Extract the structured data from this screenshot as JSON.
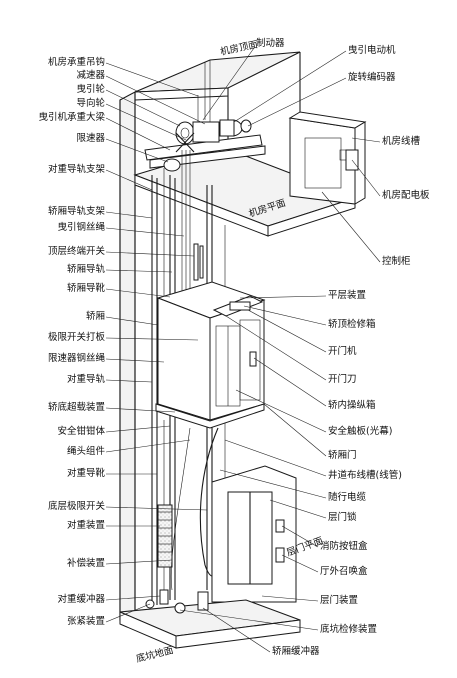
{
  "labels": {
    "left": [
      {
        "id": "machine-room-lifting-hook",
        "text": "机房承重吊钩"
      },
      {
        "id": "reducer",
        "text": "减速器"
      },
      {
        "id": "traction-sheave",
        "text": "曳引轮"
      },
      {
        "id": "guide-pulley",
        "text": "导向轮"
      },
      {
        "id": "traction-machine-beam",
        "text": "曳引机承重大梁"
      },
      {
        "id": "speed-governor",
        "text": "限速器"
      },
      {
        "id": "counterweight-rail-bracket",
        "text": "对重导轨支架"
      },
      {
        "id": "car-rail-bracket",
        "text": "轿厢导轨支架"
      },
      {
        "id": "traction-rope",
        "text": "曳引钢丝绳"
      },
      {
        "id": "top-terminal-switch",
        "text": "顶层终端开关"
      },
      {
        "id": "car-guide-rail",
        "text": "轿厢导轨"
      },
      {
        "id": "car-guide-shoe",
        "text": "轿厢导靴"
      },
      {
        "id": "car",
        "text": "轿厢"
      },
      {
        "id": "limit-switch-striker",
        "text": "极限开关打板"
      },
      {
        "id": "governor-rope",
        "text": "限速器钢丝绳"
      },
      {
        "id": "counterweight-guide-rail",
        "text": "对重导轨"
      },
      {
        "id": "car-overload-device",
        "text": "轿底超载装置"
      },
      {
        "id": "safety-gear",
        "text": "安全钳钳体"
      },
      {
        "id": "rope-head-assembly",
        "text": "绳头组件"
      },
      {
        "id": "counterweight-guide-shoe",
        "text": "对重导靴"
      },
      {
        "id": "bottom-limit-switch",
        "text": "底层极限开关"
      },
      {
        "id": "counterweight-device",
        "text": "对重装置"
      },
      {
        "id": "compensation-device",
        "text": "补偿装置"
      },
      {
        "id": "counterweight-buffer",
        "text": "对重缓冲器"
      },
      {
        "id": "tensioning-device",
        "text": "张紧装置"
      }
    ],
    "right": [
      {
        "id": "brake",
        "text": "制动器"
      },
      {
        "id": "traction-motor",
        "text": "曳引电动机"
      },
      {
        "id": "rotary-encoder",
        "text": "旋转编码器"
      },
      {
        "id": "machine-room-trunking",
        "text": "机房线槽"
      },
      {
        "id": "machine-room-power-panel",
        "text": "机房配电板"
      },
      {
        "id": "control-cabinet",
        "text": "控制柜"
      },
      {
        "id": "leveling-device",
        "text": "平层装置"
      },
      {
        "id": "car-top-inspection-box",
        "text": "轿顶检修箱"
      },
      {
        "id": "door-operator",
        "text": "开门机"
      },
      {
        "id": "door-knife",
        "text": "开门刀"
      },
      {
        "id": "car-operating-panel",
        "text": "轿内操纵箱"
      },
      {
        "id": "safety-edge",
        "text": "安全触板(光幕)"
      },
      {
        "id": "car-door",
        "text": "轿厢门"
      },
      {
        "id": "hoistway-trunking",
        "text": "井道布线槽(线管)"
      },
      {
        "id": "traveling-cable",
        "text": "随行电缆"
      },
      {
        "id": "landing-door-lock",
        "text": "层门锁"
      },
      {
        "id": "fire-button-box",
        "text": "消防按钮盒"
      },
      {
        "id": "hall-call-box",
        "text": "厅外召唤盒"
      },
      {
        "id": "landing-door-device",
        "text": "层门装置"
      },
      {
        "id": "pit-inspection-device",
        "text": "底坑检修装置"
      },
      {
        "id": "car-buffer",
        "text": "轿厢缓冲器"
      }
    ]
  },
  "plane_labels": {
    "machine_room_top": "机房顶面",
    "machine_room_floor": "机房平面",
    "landing_floor": "层门平面",
    "pit_floor": "底坑地面"
  }
}
